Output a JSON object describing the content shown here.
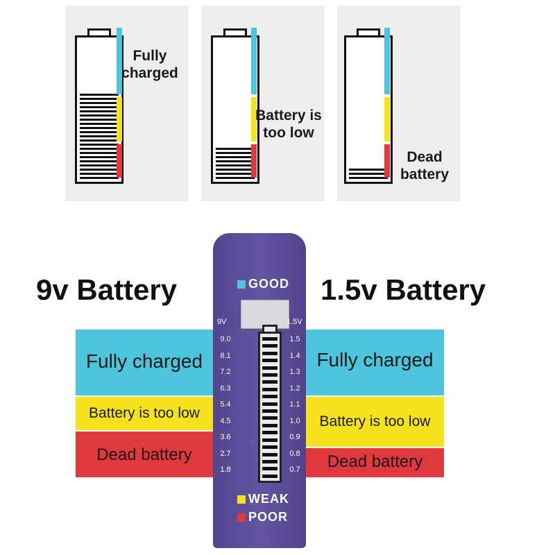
{
  "panels": [
    {
      "label_line1": "Fully",
      "label_line2": "charged",
      "bars_shown": 21
    },
    {
      "label_line1": "Battery is",
      "label_line2": "too low",
      "bars_shown": 8
    },
    {
      "label_line1": "Dead",
      "label_line2": "battery",
      "bars_shown": 3
    }
  ],
  "tester": {
    "good_label": "GOOD",
    "weak_label": "WEAK",
    "poor_label": "POOR",
    "left_header": "9V",
    "right_header": "1.5V",
    "left_values": [
      "9.0",
      "8.1",
      "7.2",
      "6.3",
      "5.4",
      "4.5",
      "3.6",
      "2.7",
      "1.8"
    ],
    "right_values": [
      "1.5",
      "1.4",
      "1.3",
      "1.2",
      "1.1",
      "1.0",
      "0.9",
      "0.8",
      "0.7"
    ]
  },
  "left_side": {
    "title": "9v Battery",
    "fully": "Fully charged",
    "low": "Battery is too low",
    "dead": "Dead battery"
  },
  "right_side": {
    "title": "1.5v Battery",
    "fully": "Fully charged",
    "low": "Battery is too low",
    "dead": "Dead battery"
  },
  "colors": {
    "cyan": "#4ec4dc",
    "yellow": "#f6e21c",
    "red": "#e0383c",
    "tester": "#5a4a9a"
  },
  "icons": [
    "battery-icon",
    "battery-meter-icon"
  ]
}
